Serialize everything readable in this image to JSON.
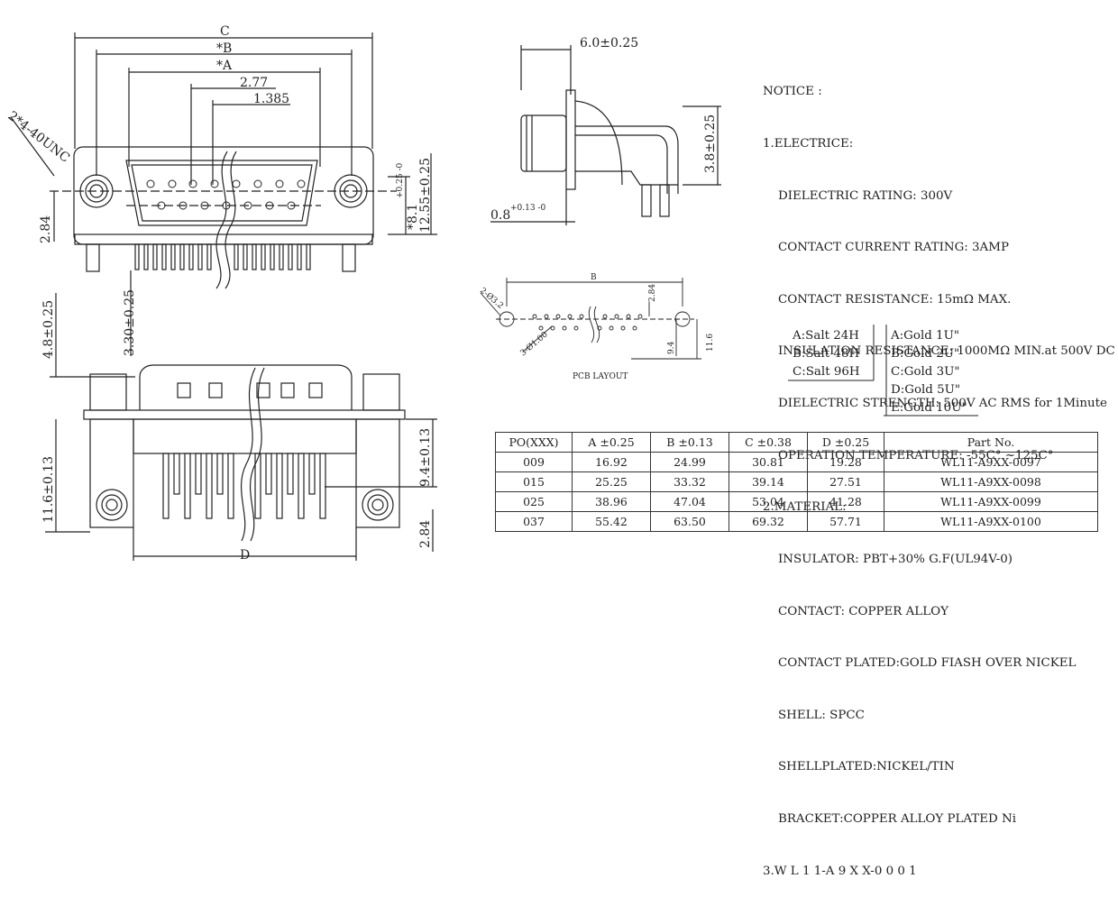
{
  "dims": {
    "front_top": {
      "c": "C",
      "b": "*B",
      "a": "*A",
      "p277": "2.77",
      "p1385": "1.385",
      "screw": "2*4-40UNC",
      "h81": "*8.1",
      "h81_tol": "+0.25\n-0",
      "h1255": "12.55±0.25",
      "v284": "2.84",
      "v330": "3.30±0.25"
    },
    "side": {
      "w6": "6.0±0.25",
      "h38": "3.8±0.25",
      "t08": "0.8",
      "t08_tol": "+0.13\n-0"
    },
    "pcb": {
      "b": "B",
      "hole1": "2-Ø3.2",
      "hole2": "3-Ø1.00",
      "v284": "2.84",
      "v94": "9.4",
      "v116": "11.6",
      "caption": "PCB LAYOUT"
    },
    "front_bottom": {
      "v48": "4.8±0.25",
      "v116": "11.6±0.13",
      "v94": "9.4±0.13",
      "v284": "2.84",
      "d": "D"
    }
  },
  "notice": {
    "title": "NOTICE :",
    "s1": "1.ELECTRICE:",
    "l1": "DIELECTRIC RATING: 300V",
    "l2": "CONTACT CURRENT RATING: 3AMP",
    "l3": "CONTACT RESISTANCE: 15mΩ MAX.",
    "l4": "INSULATION RESISTANCE: 1000MΩ MIN.at 500V DC",
    "l5": "DIELECTRIC STRENGTH: 500V AC RMS for 1Minute",
    "l6": "OPERATION TEMPERATURE: -55C° ~125C°",
    "s2": "2.MATERIAL:",
    "m1": "INSULATOR: PBT+30% G.F(UL94V-0)",
    "m2": "CONTACT: COPPER ALLOY",
    "m3": "CONTACT PLATED:GOLD FIASH OVER NICKEL",
    "m4": "SHELL: SPCC",
    "m5": "SHELLPLATED:NICKEL/TIN",
    "m6": "BRACKET:COPPER ALLOY PLATED Ni",
    "s3": "3.W L 1 1-A 9 X X-0 0 0 1"
  },
  "salt": [
    "A:Salt 24H",
    "B:Salt 48H",
    "C:Salt 96H"
  ],
  "gold": [
    "A:Gold 1U\"",
    "B:Gold 2U\"",
    "C:Gold 3U\"",
    "D:Gold 5U\"",
    "E:Gold 10U\""
  ],
  "table": {
    "headers": [
      "PO(XXX)",
      "A ±0.25",
      "B ±0.13",
      "C ±0.38",
      "D ±0.25",
      "Part  No."
    ],
    "rows": [
      [
        "009",
        "16.92",
        "24.99",
        "30.81",
        "19.28",
        "WL11-A9XX-0097"
      ],
      [
        "015",
        "25.25",
        "33.32",
        "39.14",
        "27.51",
        "WL11-A9XX-0098"
      ],
      [
        "025",
        "38.96",
        "47.04",
        "53.04",
        "41.28",
        "WL11-A9XX-0099"
      ],
      [
        "037",
        "55.42",
        "63.50",
        "69.32",
        "57.71",
        "WL11-A9XX-0100"
      ]
    ]
  }
}
